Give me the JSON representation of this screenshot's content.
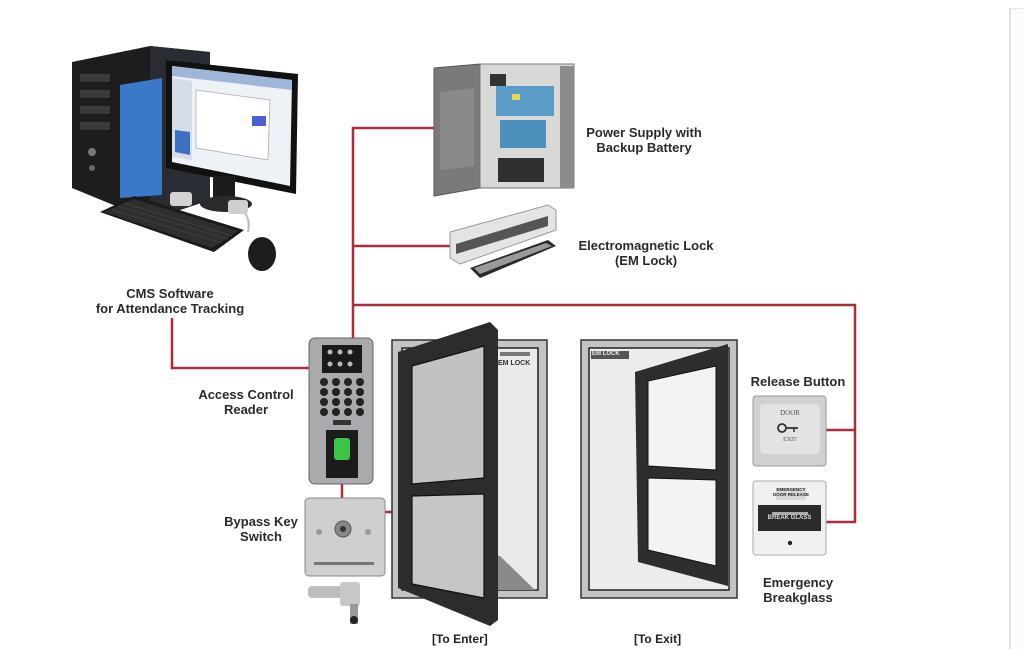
{
  "diagram": {
    "title": "Access Control System Wiring",
    "wire_color": "#b02a3a",
    "components": {
      "computer": {
        "line1": "CMS Software",
        "line2": "for Attendance Tracking"
      },
      "power_supply": {
        "line1": "Power Supply with",
        "line2": "Backup Battery"
      },
      "em_lock": {
        "line1": "Electromagnetic Lock",
        "line2": "(EM Lock)"
      },
      "reader": {
        "line1": "Access Control",
        "line2": "Reader"
      },
      "bypass": {
        "line1": "Bypass Key",
        "line2": "Switch"
      },
      "release_button": {
        "label": "Release Button",
        "face_top": "DOOR",
        "face_bottom": "EXIT"
      },
      "breakglass": {
        "line1": "Emergency",
        "line2": "Breakglass",
        "header1": "EMERGENCY",
        "header2": "DOOR RELEASE",
        "glass_text": "BREAK GLASS"
      }
    },
    "doors": {
      "enter": {
        "caption": "[To Enter]",
        "em_tag": "EM LOCK"
      },
      "exit": {
        "caption": "[To Exit]",
        "em_tag": "EM LOCK"
      }
    }
  }
}
